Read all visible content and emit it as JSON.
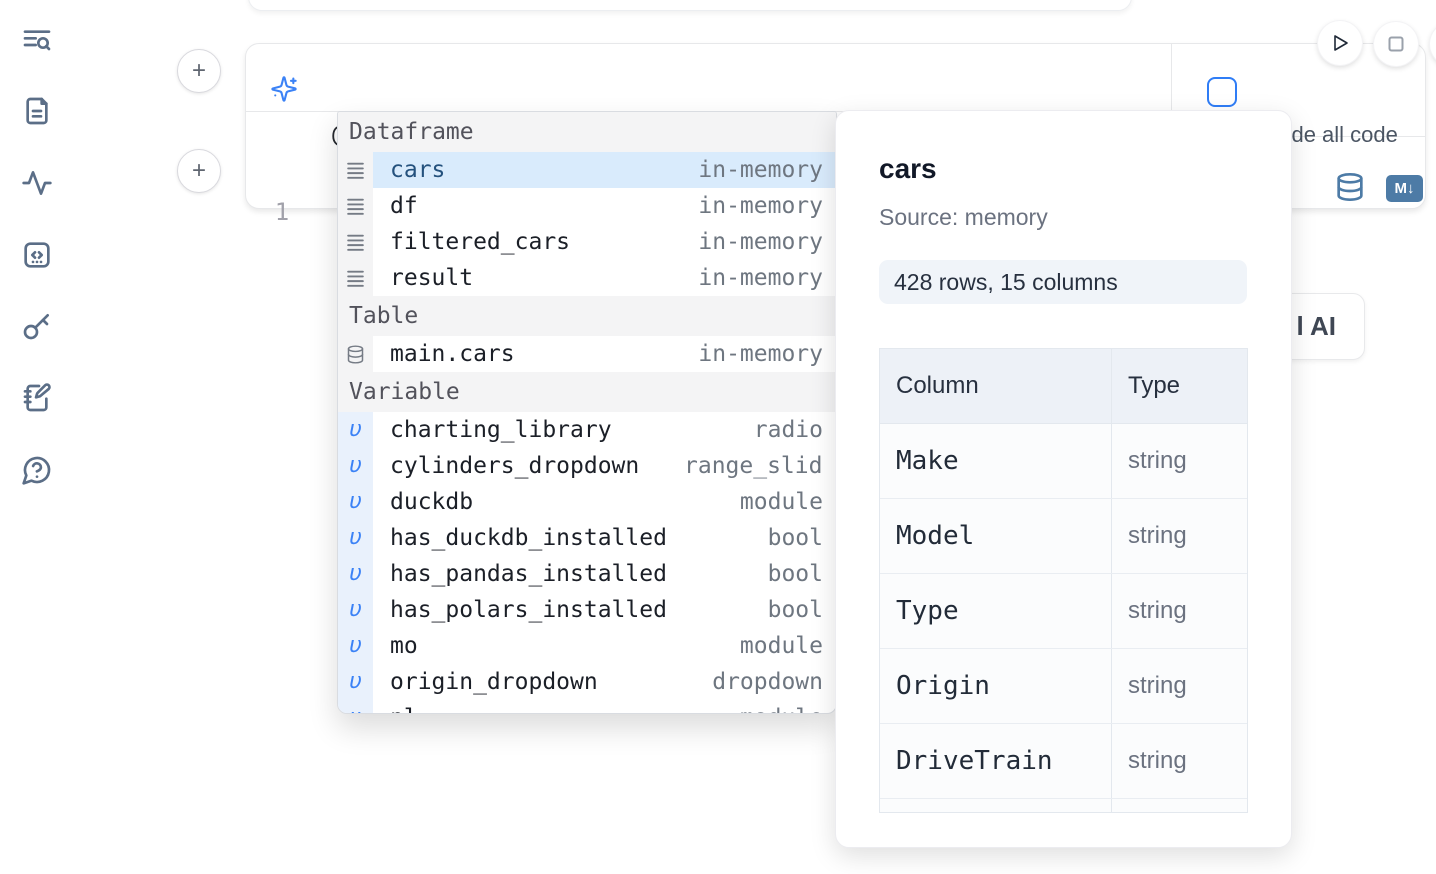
{
  "colors": {
    "accent_blue": "#3b82f6",
    "steel_icon": "#4d7ba6",
    "selected_row_bg": "#d9ebfc",
    "checkbox_border": "#2f7df6",
    "sidebar_icon": "#5b6e87"
  },
  "sidebar": {
    "icons": [
      "text-search-icon",
      "file-document-icon",
      "activity-icon",
      "code-snippet-icon",
      "key-icon",
      "notebook-pen-icon",
      "help-chat-icon"
    ]
  },
  "add_cell_button": {
    "label": "+"
  },
  "cell": {
    "prompt_value": "@",
    "include_all_code_label": "Include all code",
    "include_all_code_checked": false,
    "line_number": "1",
    "markdown_badge_label": "M↓"
  },
  "autocomplete": {
    "sections": [
      {
        "label": "Dataframe",
        "icon": "dataframe-icon",
        "items": [
          {
            "name": "cars",
            "type": "in-memory",
            "selected": true
          },
          {
            "name": "df",
            "type": "in-memory"
          },
          {
            "name": "filtered_cars",
            "type": "in-memory"
          },
          {
            "name": "result",
            "type": "in-memory"
          }
        ]
      },
      {
        "label": "Table",
        "icon": "table-icon",
        "items": [
          {
            "name": "main.cars",
            "type": "in-memory"
          }
        ]
      },
      {
        "label": "Variable",
        "icon": "variable-icon",
        "items": [
          {
            "name": "charting_library",
            "type": "radio"
          },
          {
            "name": "cylinders_dropdown",
            "type": "range_slider",
            "clip": true
          },
          {
            "name": "duckdb",
            "type": "module"
          },
          {
            "name": "has_duckdb_installed",
            "type": "bool"
          },
          {
            "name": "has_pandas_installed",
            "type": "bool"
          },
          {
            "name": "has_polars_installed",
            "type": "bool"
          },
          {
            "name": "mo",
            "type": "module"
          },
          {
            "name": "origin_dropdown",
            "type": "dropdown"
          },
          {
            "name": "pl",
            "type": "module",
            "partial": true
          }
        ]
      }
    ]
  },
  "preview": {
    "title": "cars",
    "source": "Source: memory",
    "shape_badge": "428 rows, 15 columns",
    "table": {
      "headers": [
        "Column",
        "Type"
      ],
      "rows": [
        [
          "Make",
          "string"
        ],
        [
          "Model",
          "string"
        ],
        [
          "Type",
          "string"
        ],
        [
          "Origin",
          "string"
        ],
        [
          "DriveTrain",
          "string"
        ],
        [
          "",
          ""
        ]
      ]
    }
  },
  "ai_card": {
    "visible_text": "l AI"
  }
}
